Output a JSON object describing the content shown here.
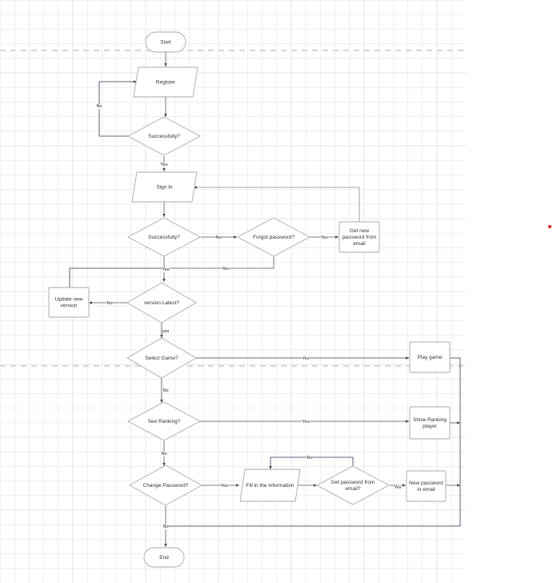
{
  "diagram": {
    "nodes": {
      "start": "Start",
      "register": "Register",
      "success1": "Successfully?",
      "signin": "Sign In",
      "success2": "Successfully?",
      "forgot": "Forgot password?",
      "getnew": [
        "Get new",
        "password from",
        "email"
      ],
      "update": [
        "Update new",
        "version"
      ],
      "latest": "version Latest?",
      "select": "Select Game?",
      "play": "Play game",
      "seerank": "See Ranking?",
      "showrank": [
        "Show Ranking",
        "player"
      ],
      "changepw": "Change Password?",
      "fill": "Fill in the information",
      "getpw": [
        "Get password from",
        "email?"
      ],
      "newpw": [
        "New password",
        "in email"
      ],
      "end": "End"
    },
    "edges": {
      "s1_no": "No",
      "s1_yes": "Yes",
      "s2_no": "No",
      "forgot_yes": "Yes",
      "forgot_no": "No",
      "merge_yes": "Yes",
      "latest_no": "No",
      "latest_yes": "yes",
      "select_yes": "Yes",
      "select_no": "No",
      "rank_yes": "Yes",
      "rank_no": "No",
      "change_yes": "Yes",
      "getpw_no": "No",
      "getpw_yes": "Yes",
      "change_no": "No"
    },
    "colors": {
      "stroke": "#aaaaaa",
      "line": "#555555",
      "dark": "#2b3a55",
      "grid": "#e6e6e6",
      "marker": "#e8171c"
    }
  }
}
